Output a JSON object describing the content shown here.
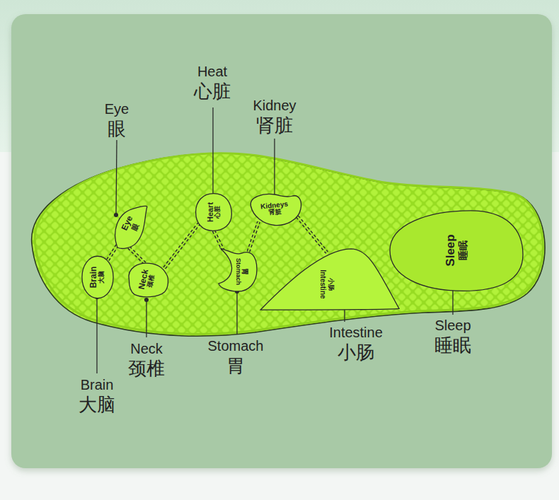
{
  "diagram": {
    "nodes": [
      {
        "text": [
          "Eye",
          "眼"
        ]
      },
      {
        "text": [
          "Heart",
          "心脏"
        ]
      },
      {
        "text": [
          "Kidneys",
          "肾脏"
        ]
      },
      {
        "text": [
          "Brain",
          "大脑"
        ]
      },
      {
        "text": [
          "Neck",
          "颈椎"
        ]
      },
      {
        "text": [
          "Stomach",
          "胃"
        ]
      },
      {
        "text": [
          "Intestine",
          "小肠"
        ]
      },
      {
        "text": [
          "Sleep",
          "睡眠"
        ]
      }
    ],
    "edges": [
      {
        "from": 0,
        "to": 3,
        "arrow": "none"
      },
      {
        "from": 0,
        "to": 4,
        "arrow": "none"
      },
      {
        "from": 4,
        "to": 1,
        "arrow": "none"
      },
      {
        "from": 1,
        "to": 5,
        "arrow": "none"
      },
      {
        "from": 5,
        "to": 2,
        "arrow": "none"
      },
      {
        "from": 2,
        "to": 6,
        "arrow": "none"
      }
    ],
    "labels": [
      "Heat",
      "心脏",
      "Eye",
      "眼",
      "Kidney",
      "肾脏",
      "Sleep",
      "睡眠",
      "Intestine",
      "小肠",
      "Stomach",
      "胃",
      "Neck",
      "颈椎",
      "Brain",
      "大脑"
    ]
  }
}
